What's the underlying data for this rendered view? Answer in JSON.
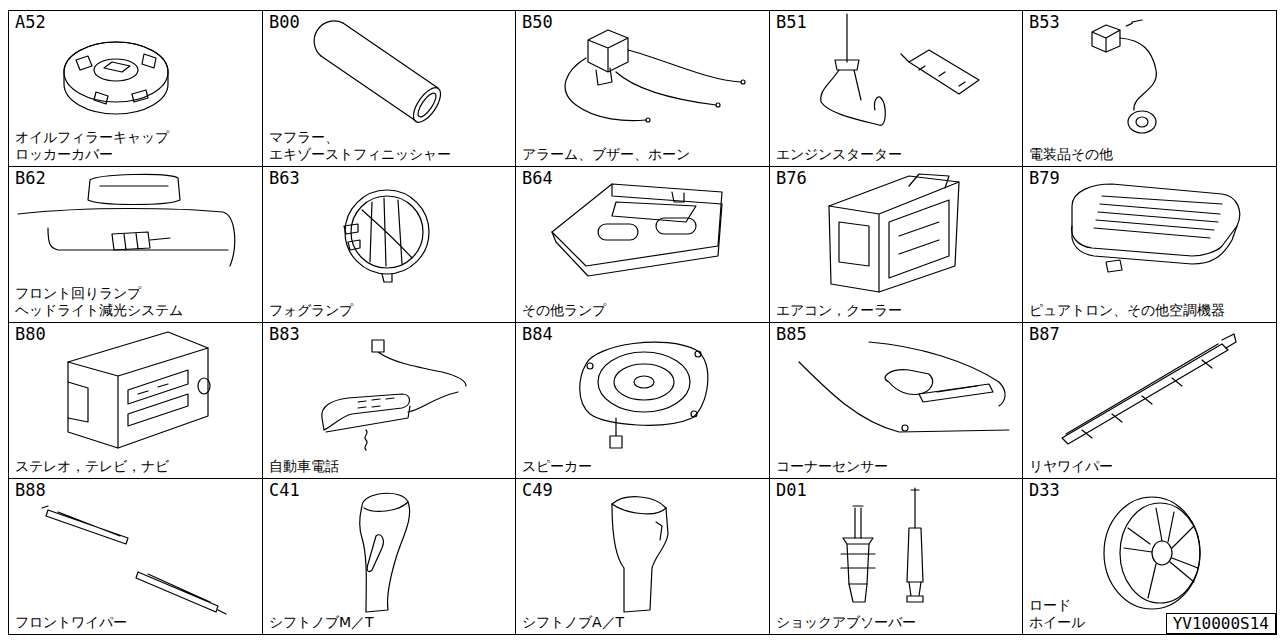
{
  "diagram": {
    "nodes": [
      {
        "text": [
          "A52",
          "オイルフィラーキャップ ロッカーカバー"
        ]
      },
      {
        "text": [
          "B00",
          "マフラー、 エキゾーストフィニッシャー"
        ]
      },
      {
        "text": [
          "B50",
          "アラーム、ブザー、ホーン"
        ]
      },
      {
        "text": [
          "B51",
          "エンジンスターター"
        ]
      },
      {
        "text": [
          "B53",
          "電装品その他"
        ]
      },
      {
        "text": [
          "B62",
          "フロント回りランプ ヘッドライト減光システム"
        ]
      },
      {
        "text": [
          "B63",
          "フォグランプ"
        ]
      },
      {
        "text": [
          "B64",
          "その他ランプ"
        ]
      },
      {
        "text": [
          "B76",
          "エアコン，クーラー"
        ]
      },
      {
        "text": [
          "B79",
          "ピュアトロン、その他空調機器"
        ]
      },
      {
        "text": [
          "B80",
          "ステレオ，テレビ，ナビ"
        ]
      },
      {
        "text": [
          "B83",
          "自動車電話"
        ]
      },
      {
        "text": [
          "B84",
          "スピーカー"
        ]
      },
      {
        "text": [
          "B85",
          "コーナーセンサー"
        ]
      },
      {
        "text": [
          "B87",
          "リヤワイパー"
        ]
      },
      {
        "text": [
          "B88",
          "フロントワイパー"
        ]
      },
      {
        "text": [
          "C41",
          "シフトノブM／T"
        ]
      },
      {
        "text": [
          "C49",
          "シフトノブA／T"
        ]
      },
      {
        "text": [
          "D01",
          "ショックアブソーバー"
        ]
      },
      {
        "text": [
          "D33",
          "ロード ホイール"
        ]
      }
    ],
    "labels": [
      "YV10000S14"
    ]
  }
}
